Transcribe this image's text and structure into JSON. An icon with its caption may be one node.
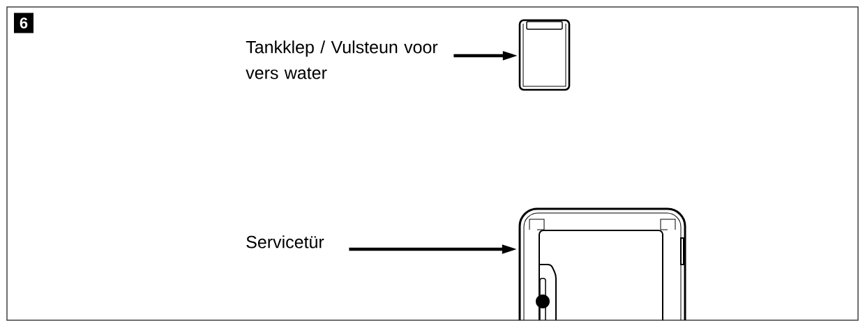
{
  "diagram": {
    "nodes": [
      {
        "text": [
          "Tankklep / Vulsteun voor vers water"
        ]
      },
      {
        "text": [],
        "shape": "picture"
      },
      {
        "text": [
          "Servicetür"
        ]
      },
      {
        "text": [],
        "shape": "picture"
      }
    ],
    "edges": [
      {
        "from": 0,
        "to": 1,
        "arrow": "to"
      },
      {
        "from": 2,
        "to": 3,
        "arrow": "to"
      }
    ],
    "labels": [
      "6"
    ]
  }
}
